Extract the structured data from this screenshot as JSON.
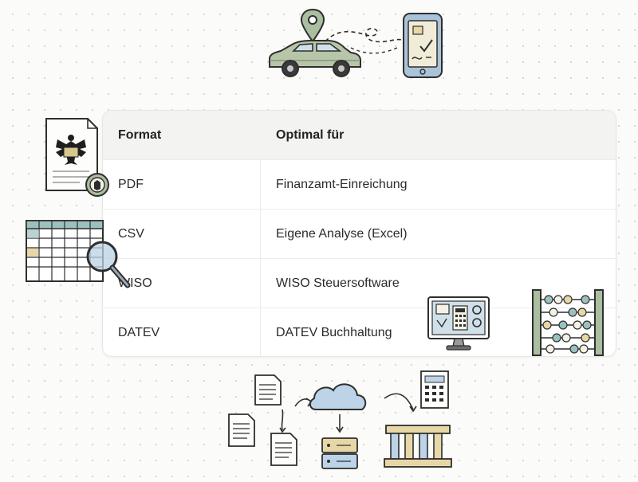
{
  "table": {
    "headers": [
      "Format",
      "Optimal für"
    ],
    "rows": [
      {
        "format": "PDF",
        "use": "Finanzamt-Einreichung"
      },
      {
        "format": "CSV",
        "use": "Eigene Analyse (Excel)"
      },
      {
        "format": "WISO",
        "use": "WISO Steuersoftware"
      },
      {
        "format": "DATEV",
        "use": "DATEV Buchhaltung"
      }
    ]
  },
  "icons": [
    "car-location-icon",
    "smartphone-checklist-icon",
    "eagle-document-icon",
    "spreadsheet-magnifier-icon",
    "computer-calculator-icon",
    "abacus-icon",
    "cloud-sync-icon",
    "documents-icon",
    "server-icon",
    "bank-building-icon"
  ],
  "colors": {
    "sage": "#a9bfa0",
    "steel_blue": "#b9cfe0",
    "sand": "#e8d7a6",
    "ink": "#2e2e2e"
  }
}
